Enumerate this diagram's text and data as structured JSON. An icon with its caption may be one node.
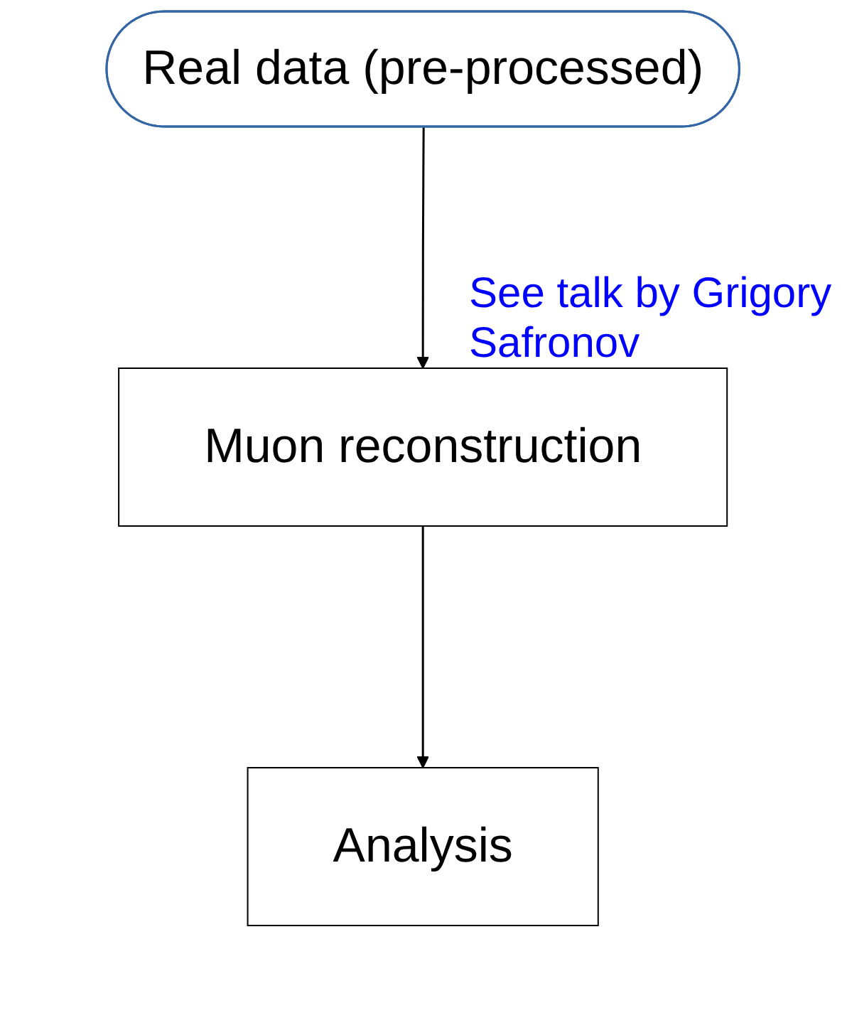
{
  "diagram": {
    "nodes": [
      {
        "text": [
          "Real data (pre-processed)"
        ]
      },
      {
        "text": [
          "Muon reconstruction"
        ]
      },
      {
        "text": [
          "Analysis"
        ]
      }
    ],
    "edges": [
      {
        "from": 0,
        "to": 1,
        "arrow": "to"
      },
      {
        "from": 1,
        "to": 2,
        "arrow": "to"
      }
    ],
    "labels": [
      "See talk by Grigory Safronov"
    ]
  }
}
